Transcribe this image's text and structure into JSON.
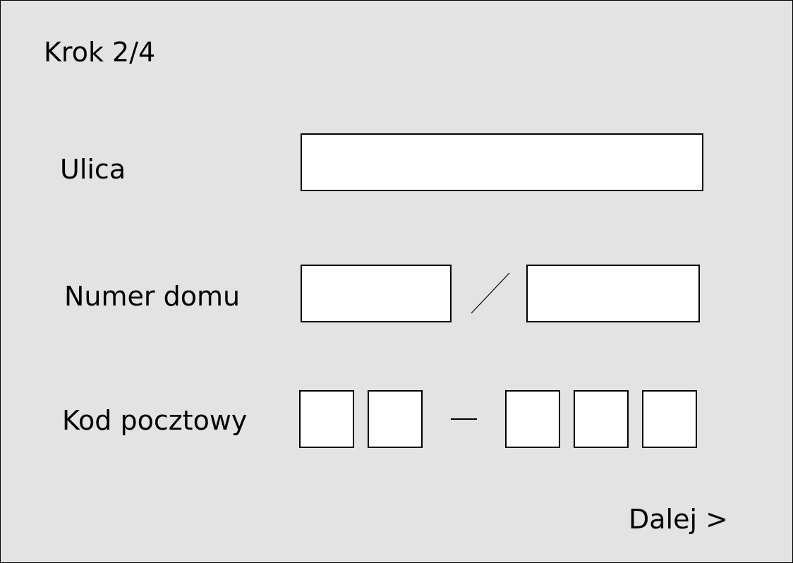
{
  "step_label": "Krok 2/4",
  "form": {
    "street": {
      "label": "Ulica",
      "value": ""
    },
    "house_number": {
      "label": "Numer domu",
      "building_value": "",
      "apartment_value": "",
      "separator": "slash"
    },
    "postal_code": {
      "label": "Kod pocztowy",
      "digits": [
        "",
        "",
        "",
        "",
        ""
      ],
      "separator": "dash"
    }
  },
  "next_button": {
    "label": "Dalej >"
  },
  "colors": {
    "background": "#e2e3e2",
    "field_background": "#ffffff",
    "border": "#000000"
  }
}
